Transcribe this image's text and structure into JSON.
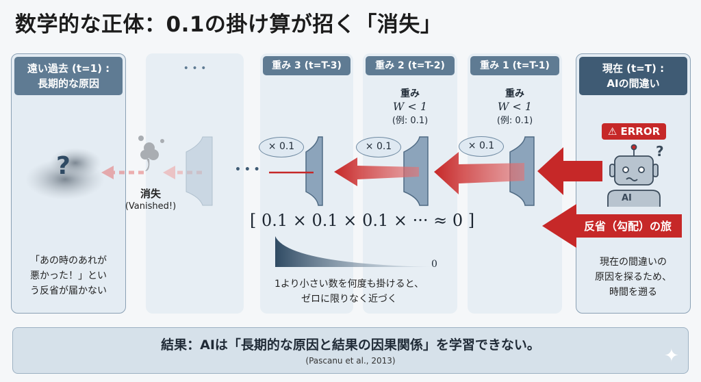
{
  "title": "数学的な正体：0.1の掛け算が招く「消失」",
  "panels": {
    "past": {
      "header": "遠い過去 (t=1) :\n長期的な原因",
      "note1": "「あの時のあれが",
      "note2": "悪かった！」とい",
      "note3": "う反省が届かない"
    },
    "ellipsis": {
      "header": "• • •"
    },
    "w3": {
      "header": "重み 3 (t=T-3)"
    },
    "w2": {
      "header": "重み 2 (t=T-2)",
      "l1": "重み",
      "l2": "W < 1",
      "l3": "(例: 0.1)"
    },
    "w1": {
      "header": "重み 1 (t=T-1)",
      "l1": "重み",
      "l2": "W < 1",
      "l3": "(例: 0.1)"
    },
    "present": {
      "header1": "現在 (t=T) :",
      "header2": "AIの間違い",
      "error": "⚠ ERROR",
      "robot_label": "AI",
      "note1": "現在の間違いの",
      "note2": "原因を探るため、",
      "note3": "時間を遡る"
    }
  },
  "bubbles": [
    "× 0.1",
    "× 0.1",
    "× 0.1"
  ],
  "vanish": {
    "label": "消失",
    "sub": "(Vanished!)"
  },
  "dots": "• • •",
  "formula": "[ 0.1 × 0.1 × 0.1 × ··· ≈ 0 ]",
  "decay_zero": "0",
  "decay_caption1": "1より小さい数を何度も掛けると、",
  "decay_caption2": "ゼロに限りなく近づく",
  "gradient_label": "反省（勾配）の旅",
  "question_mark": "?",
  "banner": {
    "main": "結果：AIは「長期的な原因と結果の因果関係」を学習できない。",
    "citation": "(Pascanu et al., 2013)"
  },
  "colors": {
    "red": "#c62828",
    "header": "#5f7b93",
    "header_dark": "#3f5b74",
    "panel": "#e7eef4"
  }
}
